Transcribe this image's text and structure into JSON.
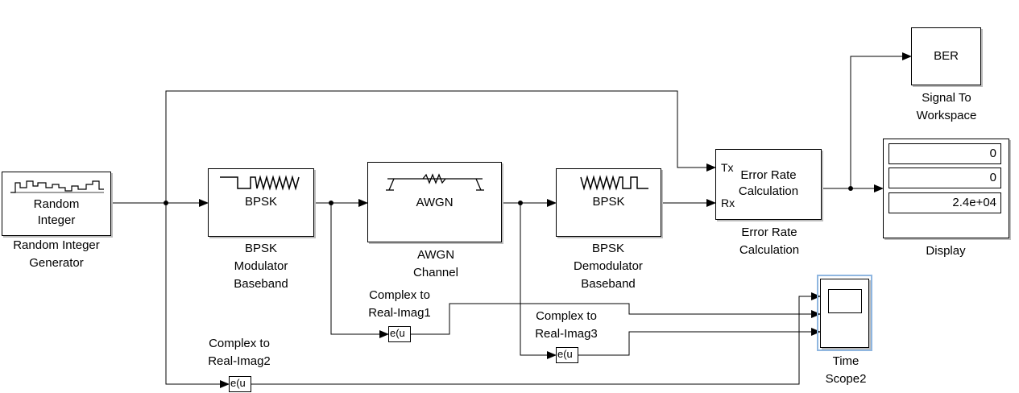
{
  "blocks": {
    "random_integer": {
      "text": "Random\nInteger",
      "label": "Random Integer\nGenerator"
    },
    "bpsk_mod": {
      "text": "BPSK",
      "label": "BPSK\nModulator\nBaseband"
    },
    "awgn": {
      "text": "AWGN",
      "label": "AWGN\nChannel"
    },
    "bpsk_demod": {
      "text": "BPSK",
      "label": "BPSK\nDemodulator\nBaseband"
    },
    "error_rate": {
      "text": "Error Rate\nCalculation",
      "label": "Error Rate\nCalculation",
      "port_tx": "Tx",
      "port_rx": "Rx"
    },
    "signal_to_workspace": {
      "text": "BER",
      "label": "Signal To\nWorkspace"
    },
    "display": {
      "values": [
        "0",
        "0",
        "2.4e+04"
      ],
      "label": "Display"
    },
    "time_scope": {
      "label": "Time\nScope2"
    },
    "c2ri_1": {
      "text": "e(u",
      "label": "Complex to\nReal-Imag1"
    },
    "c2ri_2": {
      "text": "e(u",
      "label": "Complex to\nReal-Imag2"
    },
    "c2ri_3": {
      "text": "e(u",
      "label": "Complex to\nReal-Imag3"
    }
  },
  "colors": {
    "wire": "#000000",
    "selection": "#8fb6e0",
    "shadow": "#bdbdbd"
  }
}
